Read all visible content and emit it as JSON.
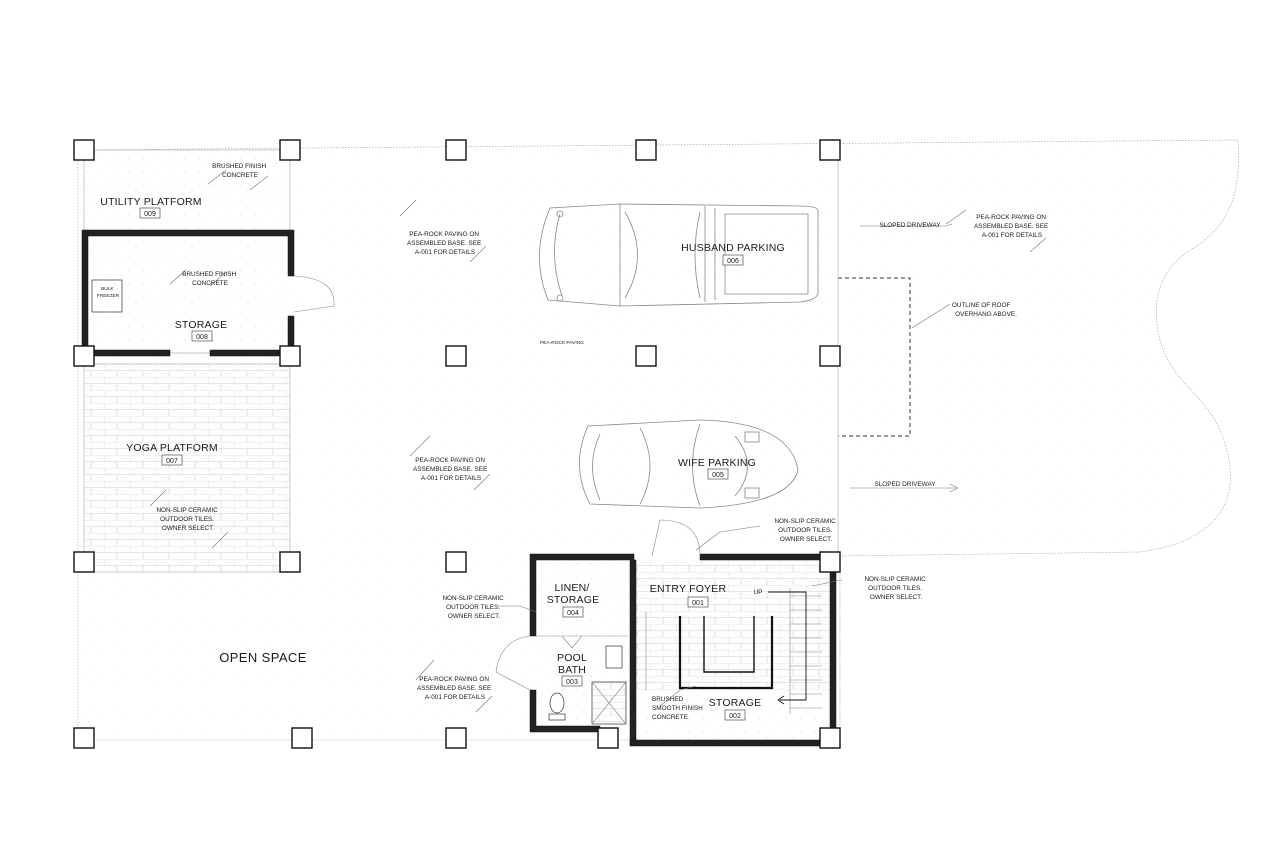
{
  "spaces": {
    "utility_platform": {
      "name": "UTILITY PLATFORM",
      "number": "009"
    },
    "storage_008": {
      "name": "STORAGE",
      "number": "008"
    },
    "yoga_platform": {
      "name": "YOGA PLATFORM",
      "number": "007"
    },
    "husband_parking": {
      "name": "HUSBAND PARKING",
      "number": "006"
    },
    "wife_parking": {
      "name": "WIFE PARKING",
      "number": "005"
    },
    "linen_storage": {
      "line1": "LINEN/",
      "line2": "STORAGE",
      "number": "004"
    },
    "pool_bath": {
      "line1": "POOL",
      "line2": "BATH",
      "number": "003"
    },
    "entry_foyer": {
      "name": "ENTRY FOYER",
      "number": "001"
    },
    "storage_002": {
      "name": "STORAGE",
      "number": "002"
    },
    "open_space": {
      "name": "OPEN SPACE"
    }
  },
  "notes": {
    "brushed_concrete_1": [
      "BRUSHED FINISH",
      "CONCRETE"
    ],
    "brushed_concrete_2": [
      "BRUSHED FINISH",
      "CONCRETE"
    ],
    "bulk_freezer": [
      "BULK",
      "FREEZER"
    ],
    "pea_rock_1": [
      "PEA-ROCK PAVING ON",
      "ASSEMBLED BASE. SEE",
      "A-001 FOR DETAILS"
    ],
    "pea_rock_2": [
      "PEA-ROCK PAVING ON",
      "ASSEMBLED BASE. SEE",
      "A-001 FOR DETAILS"
    ],
    "pea_rock_3": [
      "PEA-ROCK PAVING ON",
      "ASSEMBLED BASE. SEE",
      "A-001 FOR DETAILS"
    ],
    "pea_rock_4": [
      "PEA-ROCK PAVING ON",
      "ASSEMBLED BASE. SEE",
      "A-001 FOR DETAILS"
    ],
    "pea_rock_small": "PEA-ROCK PAVING",
    "sloped_driveway_1": "SLOPED DRIVEWAY",
    "sloped_driveway_2": "SLOPED DRIVEWAY",
    "roof_overhang": [
      "OUTLINE OF ROOF",
      "OVERHANG ABOVE."
    ],
    "tiles_yoga": [
      "NON-SLIP CERAMIC",
      "OUTDOOR TILES.",
      "OWNER SELECT."
    ],
    "tiles_entry": [
      "NON-SLIP CERAMIC",
      "OUTDOOR TILES.",
      "OWNER SELECT."
    ],
    "tiles_stair": [
      "NON-SLIP CERAMIC",
      "OUTDOOR TILES.",
      "OWNER SELECT."
    ],
    "tiles_bath": [
      "NON-SLIP CERAMIC",
      "OUTDOOR TILES.",
      "OWNER SELECT."
    ],
    "brushed_smooth": [
      "BRUSHED",
      "SMOOTH FINISH",
      "CONCRETE"
    ],
    "stair_up": "UP"
  }
}
